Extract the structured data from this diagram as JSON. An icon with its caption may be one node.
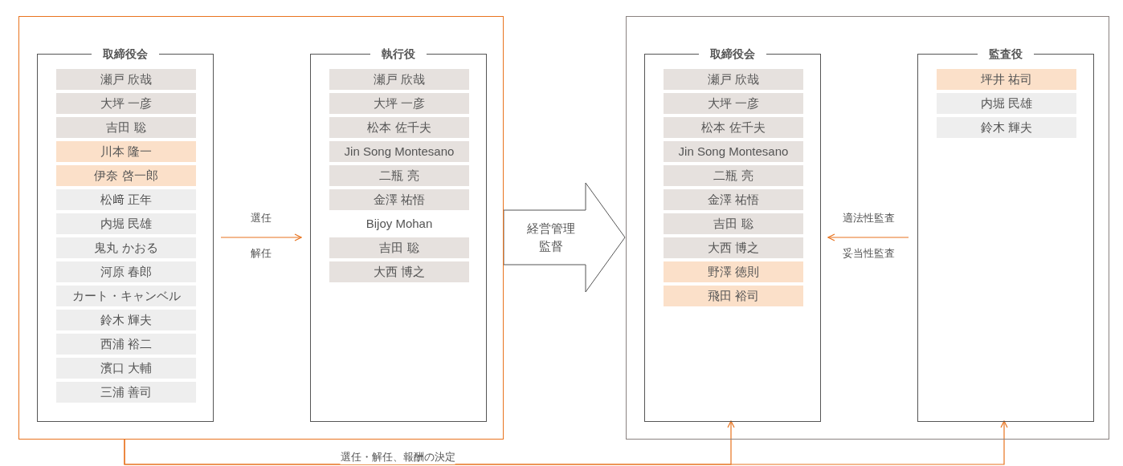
{
  "diagram": {
    "nodes": [
      {
        "text": [],
        "shape": "box"
      },
      {
        "text": [
          "取締役会"
        ],
        "in": 0
      },
      {
        "text": [
          "瀬戸 欣哉"
        ],
        "in": 1
      },
      {
        "text": [
          "大坪 一彦"
        ],
        "in": 1
      },
      {
        "text": [
          "吉田 聡"
        ],
        "in": 1
      },
      {
        "text": [
          "川本 隆一"
        ],
        "in": 1
      },
      {
        "text": [
          "伊奈 啓一郎"
        ],
        "in": 1
      },
      {
        "text": [
          "松﨑 正年"
        ],
        "in": 1
      },
      {
        "text": [
          "内堀 民雄"
        ],
        "in": 1
      },
      {
        "text": [
          "鬼丸 かおる"
        ],
        "in": 1
      },
      {
        "text": [
          "河原 春郎"
        ],
        "in": 1
      },
      {
        "text": [
          "カート・キャンベル"
        ],
        "in": 1
      },
      {
        "text": [
          "鈴木 輝夫"
        ],
        "in": 1
      },
      {
        "text": [
          "西浦 裕二"
        ],
        "in": 1
      },
      {
        "text": [
          "濱口 大輔"
        ],
        "in": 1
      },
      {
        "text": [
          "三浦 善司"
        ],
        "in": 1
      },
      {
        "text": [
          "執行役"
        ],
        "in": 0
      },
      {
        "text": [
          "瀬戸 欣哉"
        ],
        "in": 16
      },
      {
        "text": [
          "大坪 一彦"
        ],
        "in": 16
      },
      {
        "text": [
          "松本 佐千夫"
        ],
        "in": 16
      },
      {
        "text": [
          "Jin Song Montesano"
        ],
        "in": 16
      },
      {
        "text": [
          "二瓶 亮"
        ],
        "in": 16
      },
      {
        "text": [
          "金澤 祐悟"
        ],
        "in": 16
      },
      {
        "text": [
          "Bijoy Mohan"
        ],
        "in": 16
      },
      {
        "text": [
          "吉田 聡"
        ],
        "in": 16
      },
      {
        "text": [
          "大西 博之"
        ],
        "in": 16
      },
      {
        "text": [],
        "shape": "box"
      },
      {
        "text": [
          "取締役会"
        ],
        "in": 26
      },
      {
        "text": [
          "瀬戸 欣哉"
        ],
        "in": 27
      },
      {
        "text": [
          "大坪 一彦"
        ],
        "in": 27
      },
      {
        "text": [
          "松本 佐千夫"
        ],
        "in": 27
      },
      {
        "text": [
          "Jin Song Montesano"
        ],
        "in": 27
      },
      {
        "text": [
          "二瓶 亮"
        ],
        "in": 27
      },
      {
        "text": [
          "金澤 祐悟"
        ],
        "in": 27
      },
      {
        "text": [
          "吉田 聡"
        ],
        "in": 27
      },
      {
        "text": [
          "大西 博之"
        ],
        "in": 27
      },
      {
        "text": [
          "野澤 徳則"
        ],
        "in": 27
      },
      {
        "text": [
          "飛田 裕司"
        ],
        "in": 27
      },
      {
        "text": [
          "監査役"
        ],
        "in": 26
      },
      {
        "text": [
          "坪井 祐司"
        ],
        "in": 38
      },
      {
        "text": [
          "内堀 民雄"
        ],
        "in": 38
      },
      {
        "text": [
          "鈴木 輝夫"
        ],
        "in": 38
      }
    ],
    "edges": [
      {
        "from": 1,
        "to": 16,
        "arrow": "to",
        "label": "選任"
      },
      {
        "from": 38,
        "to": 27,
        "arrow": "to",
        "label": "適法性監査"
      },
      {
        "from": 0,
        "to": 26,
        "arrow": "to",
        "label": "経営管理監督",
        "style": "thick",
        "color": "#555555"
      },
      {
        "from": 0,
        "to": 27,
        "arrow": "to",
        "label": "選任・解任、報酬の決定"
      },
      {
        "from": 0,
        "to": 38,
        "arrow": "to"
      }
    ],
    "labels": [
      "解任",
      "妥当性監査"
    ]
  }
}
